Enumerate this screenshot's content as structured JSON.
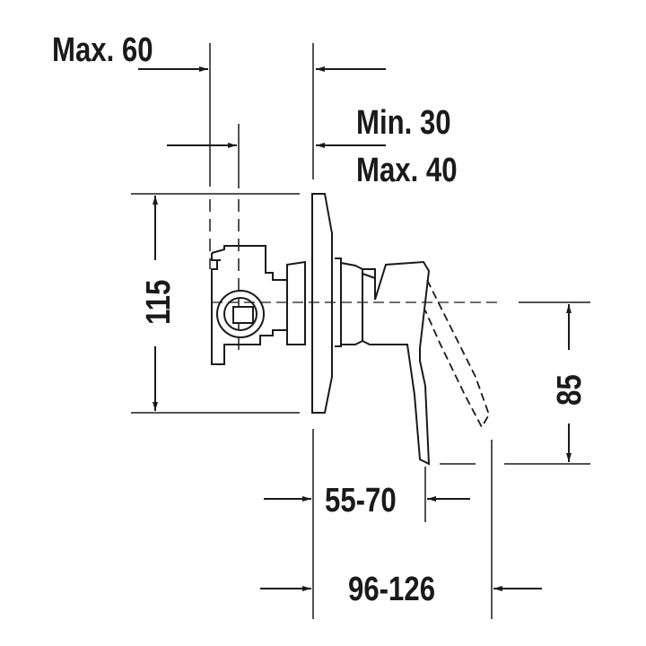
{
  "dimensions": {
    "max_60": "Max. 60",
    "min_30": "Min. 30",
    "max_40": "Max. 40",
    "height_115": "115",
    "height_85": "85",
    "depth_55_70": "55-70",
    "depth_96_126": "96-126"
  },
  "colors": {
    "line": "#1a1a1a",
    "background": "#ffffff"
  }
}
